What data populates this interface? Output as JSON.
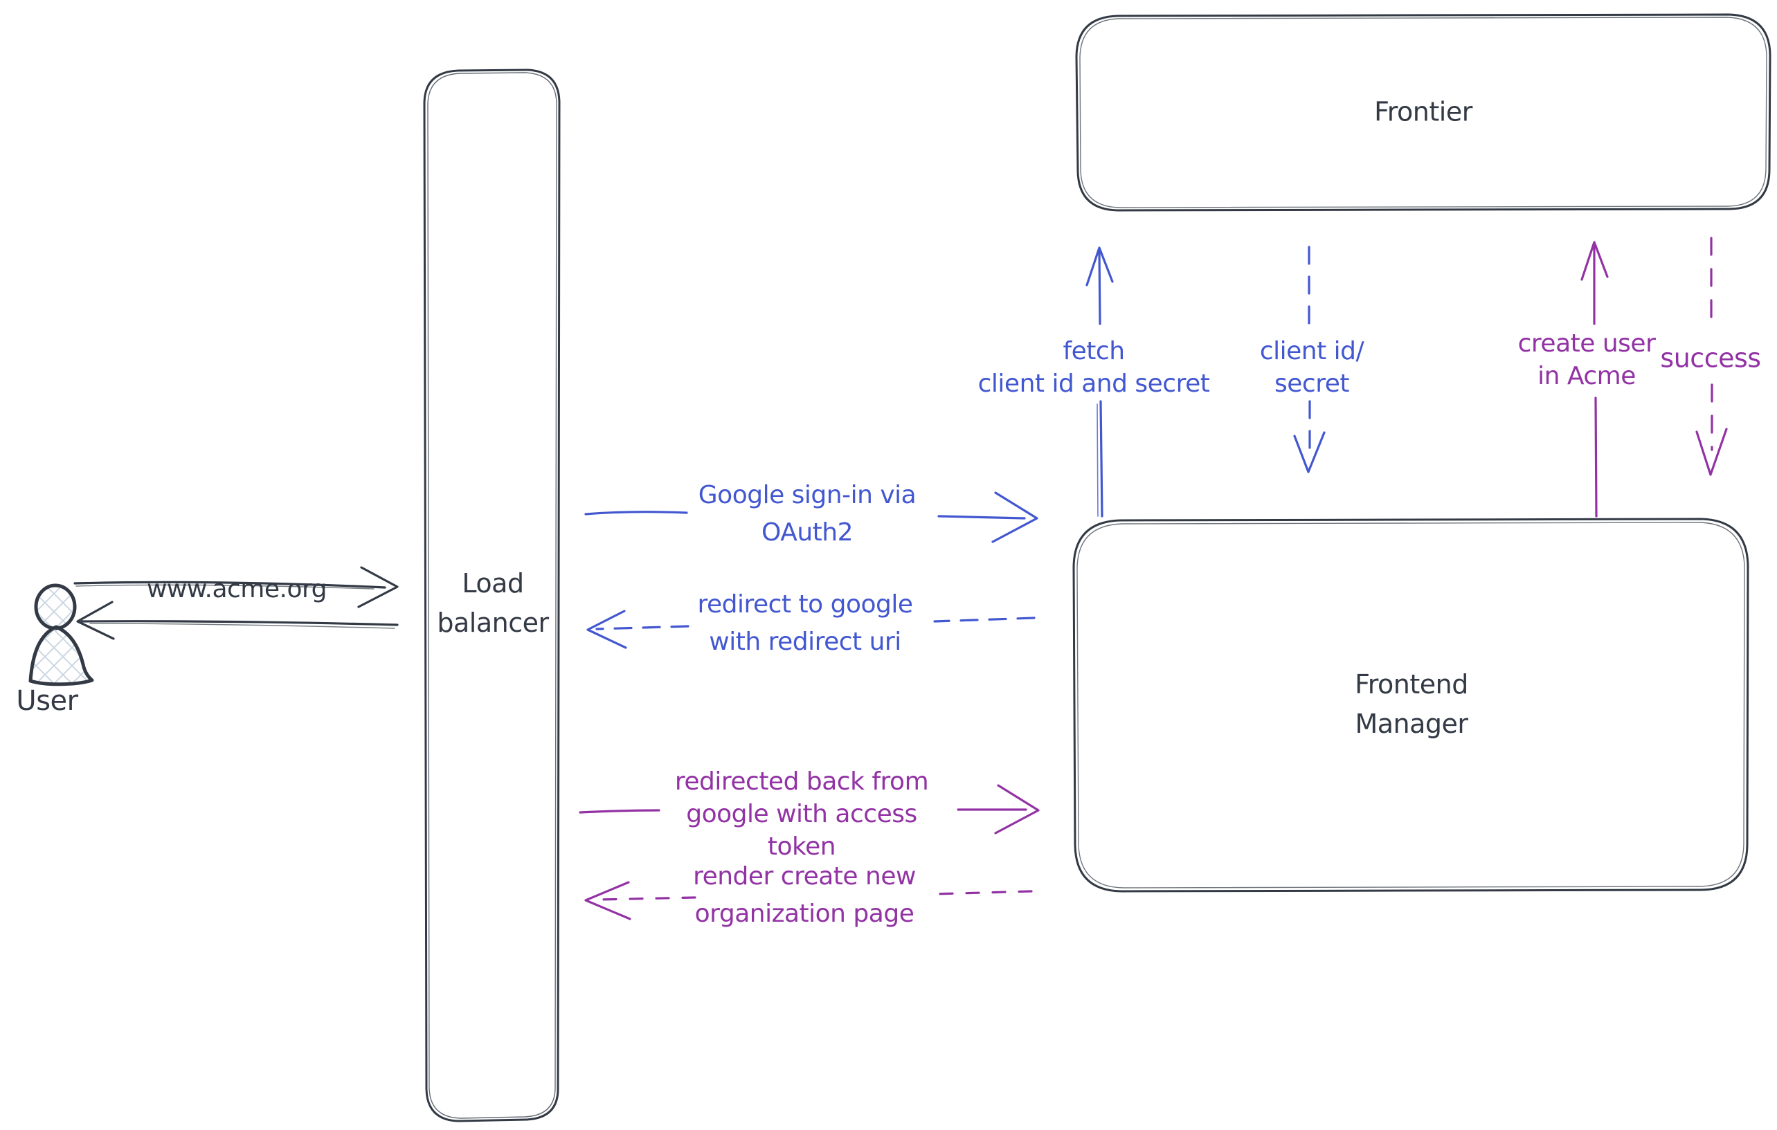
{
  "diagram": {
    "colors": {
      "stroke": "#333a45",
      "blue": "#4257d0",
      "purple": "#9232a4",
      "background": "#ffffff",
      "hatch": "#ccd7e2"
    },
    "nodes": {
      "user": {
        "label": "User"
      },
      "load_balancer": {
        "label": "Load\nbalancer"
      },
      "frontier": {
        "label": "Frontier"
      },
      "frontend_manager": {
        "label": "Frontend\nManager"
      }
    },
    "messages": {
      "www_acme": {
        "label": "www.acme.org",
        "style": "solid",
        "color": "dark",
        "from": "User",
        "to": "Load balancer"
      },
      "return_to_user": {
        "label": "",
        "style": "solid",
        "color": "dark",
        "from": "Load balancer",
        "to": "User"
      },
      "google_signin": {
        "label": "Google sign-in via\nOAuth2",
        "style": "solid",
        "color": "blue",
        "from": "Load balancer",
        "to": "Frontend Manager"
      },
      "redirect_google": {
        "label": "redirect to google\nwith redirect uri",
        "style": "dashed",
        "color": "blue",
        "from": "Frontend Manager",
        "to": "Load balancer"
      },
      "redirected_back": {
        "label": "redirected back from\ngoogle with access\ntoken",
        "style": "solid",
        "color": "purple",
        "from": "Load balancer",
        "to": "Frontend Manager"
      },
      "render_page": {
        "label": "render create new\norganization page",
        "style": "dashed",
        "color": "purple",
        "from": "Frontend Manager",
        "to": "Load balancer"
      },
      "fetch_secret": {
        "label": "fetch\nclient id and secret",
        "style": "solid",
        "color": "blue",
        "from": "Frontend Manager",
        "to": "Frontier"
      },
      "client_id_secret": {
        "label": "client id/\nsecret",
        "style": "dashed",
        "color": "blue",
        "from": "Frontier",
        "to": "Frontend Manager"
      },
      "create_user": {
        "label": "create user\nin Acme",
        "style": "solid",
        "color": "purple",
        "from": "Frontend Manager",
        "to": "Frontier"
      },
      "success": {
        "label": "success",
        "style": "dashed",
        "color": "purple",
        "from": "Frontier",
        "to": "Frontend Manager"
      }
    }
  }
}
